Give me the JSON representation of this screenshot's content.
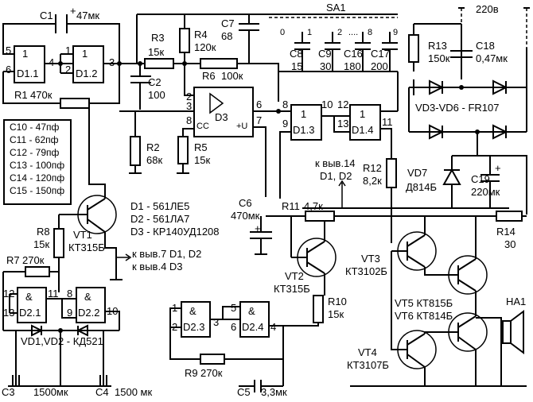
{
  "caps": {
    "c1": "C1",
    "c1v": "47мк",
    "c2": "C2",
    "c2v": "100",
    "c6": "C6",
    "c6v": "470мк",
    "c7": "C7",
    "c7v": "68",
    "c8": "C8",
    "c8v": "15",
    "c9": "C9",
    "c9v": "30",
    "c16": "C16",
    "c16v": "180",
    "c17": "C17",
    "c17v": "200",
    "c18": "C18",
    "c18v": "0,47мк",
    "c19": "C19",
    "c19v": "220мк",
    "c3": "C3",
    "c3v": "1500мк",
    "c4": "C4",
    "c4v": "1500 мк",
    "c5": "C5",
    "c5v": "3,3мк"
  },
  "resistors": {
    "r1": "R1",
    "r1v": "470к",
    "r2": "R2",
    "r2v": "68к",
    "r3": "R3",
    "r3v": "15к",
    "r4": "R4",
    "r4v": "120к",
    "r5": "R5",
    "r5v": "15к",
    "r6": "R6",
    "r6v": "100к",
    "r7": "R7",
    "r7v": "270к",
    "r8": "R8",
    "r8v": "15к",
    "r9": "R9",
    "r9v": "270к",
    "r10": "R10",
    "r10v": "15к",
    "r11": "R11",
    "r11v": "4,7к",
    "r12": "R12",
    "r12v": "8,2к",
    "r13": "R13",
    "r13v": "150к",
    "r14": "R14",
    "r14v": "30"
  },
  "gates": {
    "d11": "D1.1",
    "d12": "D1.2",
    "d13": "D1.3",
    "d14": "D1.4",
    "d21": "D2.1",
    "d22": "D2.2",
    "d23": "D2.3",
    "d24": "D2.4",
    "d3": "D3",
    "one": "1",
    "amp": "&",
    "cc": "CC",
    "vplus": "+U"
  },
  "pins": {
    "p1": "1",
    "p2": "2",
    "p3": "3",
    "p4": "4",
    "p5": "5",
    "p6": "6",
    "p7": "7",
    "p8": "8",
    "p9": "9",
    "p10": "10",
    "p11": "11",
    "p12": "12",
    "p13": "13"
  },
  "switch": {
    "label": "SA1",
    "pos0": "0",
    "pos1": "1",
    "pos2": "2",
    "pos8": "8",
    "pos9": "9",
    "dots": "...."
  },
  "power": {
    "mains": "220в",
    "diodes": "VD3-VD6 - FR107",
    "vd7": "VD7",
    "vd7v": "Д814Б",
    "vd12": "VD1,VD2 - КД521",
    "ha1": "HA1"
  },
  "transistors": {
    "vt1": "VT1",
    "vt1v": "КТ315Б",
    "vt2": "VT2",
    "vt2v": "КТ315Б",
    "vt3": "VT3",
    "vt3v": "КТ3102Б",
    "vt4": "VT4",
    "vt4v": "КТ3107Б",
    "vt5": "VT5 КТ815Б",
    "vt6": "VT6 КТ814Б"
  },
  "chips": {
    "line1": "D1 - 561ЛЕ5",
    "line2": "D2 - 561ЛА7",
    "line3": "D3 - КР140УД1208"
  },
  "notes": {
    "pin14": "к выв.14",
    "pin14b": "D1, D2",
    "pin7": "к выв.7 D1, D2",
    "pin4": "к выв.4 D3"
  },
  "legend": [
    "C10 - 47пф",
    "C11 - 62пф",
    "C12 - 79пф",
    "C13 - 100пф",
    "C14 - 120пф",
    "C15 - 150пф"
  ]
}
